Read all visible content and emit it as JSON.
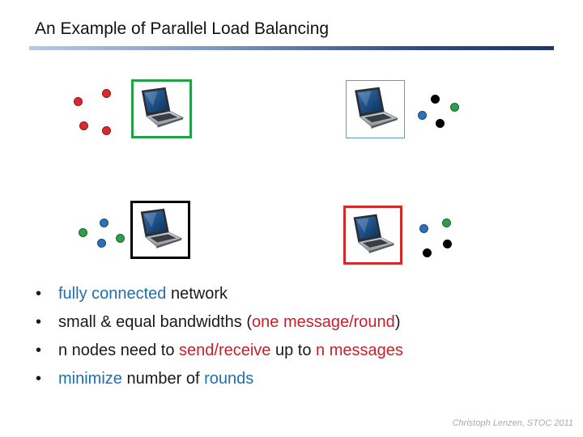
{
  "slide": {
    "title": "An Example of Parallel Load Balancing",
    "footer": "Christoph Lenzen, STOC 2011"
  },
  "colors": {
    "red": "#d9282f",
    "green": "#2e9e4a",
    "blue": "#2a72b8",
    "black": "#000000",
    "box_green": "#22a245",
    "box_blue": "#5a9bd0",
    "box_black": "#000000",
    "box_red": "#d42a2a",
    "text_blue": "#1f6fad",
    "text_red": "#c8202a"
  },
  "nodes": [
    {
      "name": "top-left",
      "box_color": "green",
      "messages": [
        "red",
        "red",
        "red",
        "red"
      ]
    },
    {
      "name": "top-right",
      "box_color": "blue",
      "messages": [
        "black",
        "green",
        "blue",
        "black"
      ]
    },
    {
      "name": "bottom-left",
      "box_color": "black",
      "messages": [
        "blue",
        "green",
        "blue",
        "green"
      ]
    },
    {
      "name": "bottom-right",
      "box_color": "red",
      "messages": [
        "green",
        "blue",
        "black",
        "black"
      ]
    }
  ],
  "bullets": [
    [
      {
        "text": "fully connected",
        "color": "blue"
      },
      {
        "text": " network",
        "color": "default"
      }
    ],
    [
      {
        "text": "small & equal bandwidths (",
        "color": "default"
      },
      {
        "text": "one message/round",
        "color": "red"
      },
      {
        "text": ")",
        "color": "default"
      }
    ],
    [
      {
        "text": "n nodes need to ",
        "color": "default"
      },
      {
        "text": "send/receive",
        "color": "red"
      },
      {
        "text": " up to ",
        "color": "default"
      },
      {
        "text": "n messages",
        "color": "red"
      }
    ],
    [
      {
        "text": "minimize",
        "color": "blue"
      },
      {
        "text": " number of ",
        "color": "default"
      },
      {
        "text": "rounds",
        "color": "blue"
      }
    ]
  ],
  "bullet_symbol": "•"
}
